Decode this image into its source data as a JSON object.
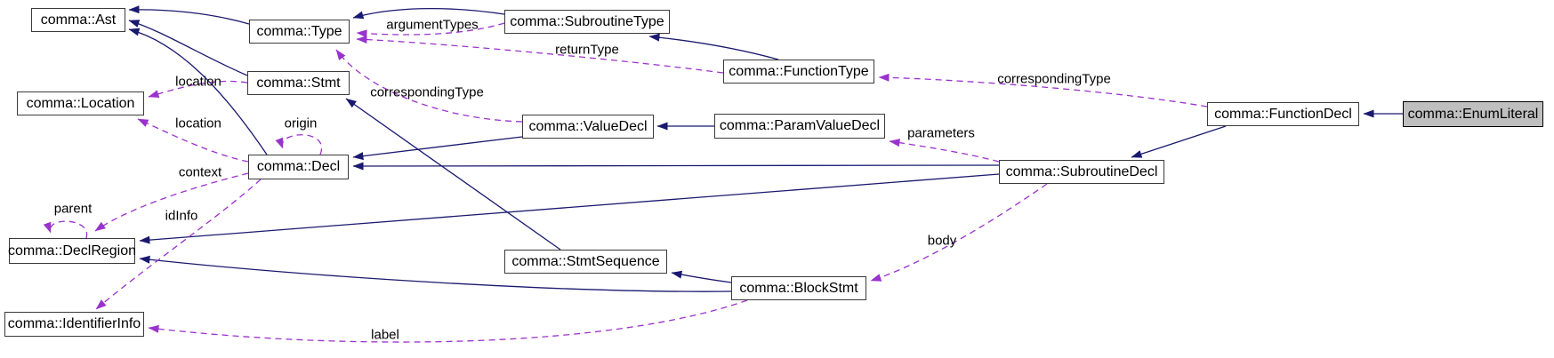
{
  "diagram": {
    "type": "class-collaboration-graph",
    "focus_class": "comma::EnumLiteral",
    "colors": {
      "inheritance_edge": "#191970",
      "usage_edge": "#9a32cd",
      "node_fill": "#ffffff",
      "focus_node_fill": "#bfbfbf",
      "node_border": "#3a3a3a",
      "text": "#000000",
      "background": "#ffffff"
    },
    "nodes": {
      "ast": {
        "label": "comma::Ast"
      },
      "type": {
        "label": "comma::Type"
      },
      "subroutine_type": {
        "label": "comma::SubroutineType"
      },
      "function_type": {
        "label": "comma::FunctionType"
      },
      "location": {
        "label": "comma::Location"
      },
      "stmt": {
        "label": "comma::Stmt"
      },
      "value_decl": {
        "label": "comma::ValueDecl"
      },
      "param_value_decl": {
        "label": "comma::ParamValueDecl"
      },
      "decl": {
        "label": "comma::Decl"
      },
      "function_decl": {
        "label": "comma::FunctionDecl"
      },
      "enum_literal": {
        "label": "comma::EnumLiteral"
      },
      "subroutine_decl": {
        "label": "comma::SubroutineDecl"
      },
      "decl_region": {
        "label": "comma::DeclRegion"
      },
      "stmt_sequence": {
        "label": "comma::StmtSequence"
      },
      "block_stmt": {
        "label": "comma::BlockStmt"
      },
      "identifier_info": {
        "label": "comma::IdentifierInfo"
      }
    },
    "edge_labels": {
      "location_stmt": "location",
      "location_decl": "location",
      "origin": "origin",
      "context": "context",
      "parent": "parent",
      "idinfo": "idInfo",
      "argument_types": "argumentTypes",
      "return_type": "returnType",
      "corresponding_type_value": "correspondingType",
      "corresponding_type_fn": "correspondingType",
      "parameters": "parameters",
      "body": "body",
      "label": "label"
    },
    "edges": [
      {
        "from": "comma::Type",
        "to": "comma::Ast",
        "kind": "inheritance"
      },
      {
        "from": "comma::Stmt",
        "to": "comma::Ast",
        "kind": "inheritance"
      },
      {
        "from": "comma::Decl",
        "to": "comma::Ast",
        "kind": "inheritance"
      },
      {
        "from": "comma::SubroutineType",
        "to": "comma::Type",
        "kind": "inheritance"
      },
      {
        "from": "comma::FunctionType",
        "to": "comma::SubroutineType",
        "kind": "inheritance"
      },
      {
        "from": "comma::ValueDecl",
        "to": "comma::Decl",
        "kind": "inheritance"
      },
      {
        "from": "comma::ParamValueDecl",
        "to": "comma::ValueDecl",
        "kind": "inheritance"
      },
      {
        "from": "comma::SubroutineDecl",
        "to": "comma::Decl",
        "kind": "inheritance"
      },
      {
        "from": "comma::SubroutineDecl",
        "to": "comma::DeclRegion",
        "kind": "inheritance"
      },
      {
        "from": "comma::FunctionDecl",
        "to": "comma::SubroutineDecl",
        "kind": "inheritance"
      },
      {
        "from": "comma::EnumLiteral",
        "to": "comma::FunctionDecl",
        "kind": "inheritance"
      },
      {
        "from": "comma::StmtSequence",
        "to": "comma::Stmt",
        "kind": "inheritance"
      },
      {
        "from": "comma::BlockStmt",
        "to": "comma::StmtSequence",
        "kind": "inheritance"
      },
      {
        "from": "comma::BlockStmt",
        "to": "comma::DeclRegion",
        "kind": "inheritance"
      },
      {
        "from": "comma::Stmt",
        "to": "comma::Location",
        "kind": "usage",
        "label": "location"
      },
      {
        "from": "comma::Decl",
        "to": "comma::Location",
        "kind": "usage",
        "label": "location"
      },
      {
        "from": "comma::SubroutineType",
        "to": "comma::Type",
        "kind": "usage",
        "label": "argumentTypes"
      },
      {
        "from": "comma::FunctionType",
        "to": "comma::Type",
        "kind": "usage",
        "label": "returnType"
      },
      {
        "from": "comma::ValueDecl",
        "to": "comma::Type",
        "kind": "usage",
        "label": "correspondingType"
      },
      {
        "from": "comma::FunctionDecl",
        "to": "comma::FunctionType",
        "kind": "usage",
        "label": "correspondingType"
      },
      {
        "from": "comma::SubroutineDecl",
        "to": "comma::ParamValueDecl",
        "kind": "usage",
        "label": "parameters"
      },
      {
        "from": "comma::SubroutineDecl",
        "to": "comma::BlockStmt",
        "kind": "usage",
        "label": "body"
      },
      {
        "from": "comma::BlockStmt",
        "to": "comma::IdentifierInfo",
        "kind": "usage",
        "label": "label"
      },
      {
        "from": "comma::Decl",
        "to": "comma::DeclRegion",
        "kind": "usage",
        "label": "context"
      },
      {
        "from": "comma::Decl",
        "to": "comma::IdentifierInfo",
        "kind": "usage",
        "label": "idInfo"
      },
      {
        "from": "comma::Decl",
        "to": "comma::Decl",
        "kind": "usage",
        "label": "origin"
      },
      {
        "from": "comma::DeclRegion",
        "to": "comma::DeclRegion",
        "kind": "usage",
        "label": "parent"
      }
    ]
  }
}
